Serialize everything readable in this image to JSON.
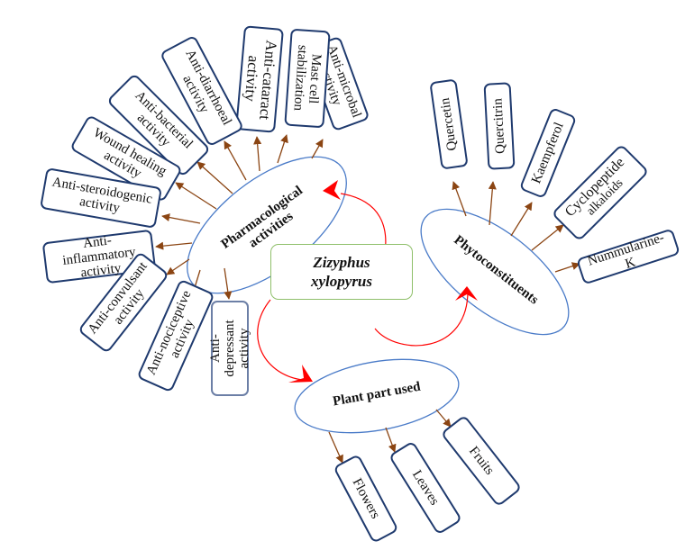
{
  "center": {
    "line1": "Zizyphus",
    "line2": "xylopyrus"
  },
  "pharmacological": {
    "title_line1": "Pharmacological",
    "title_line2": "activities",
    "items": [
      {
        "line1": "Anti-microbal",
        "line2": "activity"
      },
      {
        "line1": "Mast cell",
        "line2": "stabilization"
      },
      {
        "line1": "Anti-cataract",
        "line2": "activity"
      },
      {
        "line1": "Anti-diarrhoeal",
        "line2": "activity"
      },
      {
        "line1": "Anti-bacterial",
        "line2": "activity"
      },
      {
        "line1": "Wound healing",
        "line2": "activity"
      },
      {
        "line1": "Anti-steroidogenic",
        "line2": "activity"
      },
      {
        "line1": "Anti-inflammatory",
        "line2": "activity"
      },
      {
        "line1": "Anti-convulsant",
        "line2": "activity"
      },
      {
        "line1": "Anti-nociceptive",
        "line2": "activity"
      },
      {
        "line1": "Anti-depressant",
        "line2": "activity"
      }
    ]
  },
  "phytoconstituents": {
    "title": "Phytoconstituents",
    "items": [
      {
        "line1": "Quercetin"
      },
      {
        "line1": "Quercitrin"
      },
      {
        "line1": "Kaempferol"
      },
      {
        "line1": "Cyclopeptide",
        "line2": "alkaloids"
      },
      {
        "line1": "Nummularine- K"
      }
    ]
  },
  "plant_parts": {
    "title": "Plant part used",
    "items": [
      {
        "line1": "Flowers"
      },
      {
        "line1": "Leaves"
      },
      {
        "line1": "Fruits"
      }
    ]
  },
  "colors": {
    "box_border": "#1f3a6e",
    "ellipse_border": "#4a7bc8",
    "center_border": "#8fbf6a",
    "arrow_brown": "#8b4513",
    "curve_red": "#ff0000"
  }
}
